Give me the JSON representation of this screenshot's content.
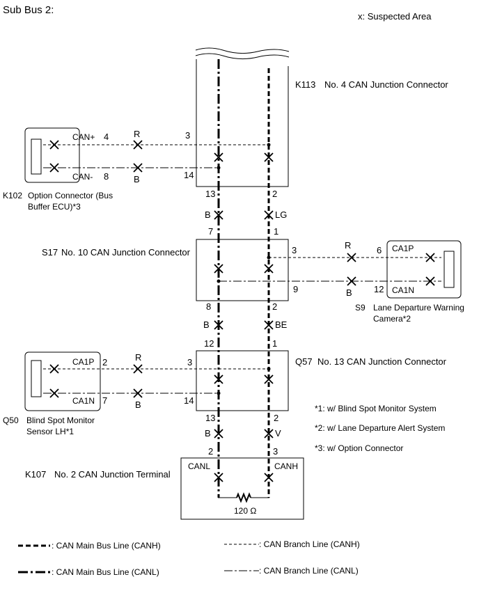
{
  "title": "Sub Bus 2:",
  "suspected_area": "x: Suspected Area",
  "k113": {
    "id": "K113",
    "name": "No. 4 CAN Junction Connector",
    "pin_left_top": "3",
    "pin_left_bottom": "14",
    "pin_bottom_l": "13",
    "pin_bottom_h": "2"
  },
  "k102": {
    "id": "K102",
    "name_line1": "Option Connector (Bus",
    "name_line2": "Buffer ECU)*3",
    "canh_label": "CAN+",
    "canl_label": "CAN-",
    "pin_h": "4",
    "pin_l": "8",
    "wire_h": "R",
    "wire_l": "B"
  },
  "seg1": {
    "wire_l": "B",
    "wire_h": "LG"
  },
  "s17": {
    "id": "S17",
    "name": "No. 10 CAN Junction Connector",
    "pin_top_l": "7",
    "pin_top_h": "1",
    "pin_right_h": "3",
    "pin_right_l": "9",
    "pin_bottom_l": "8",
    "pin_bottom_h": "2"
  },
  "s9": {
    "id": "S9",
    "name_line1": "Lane Departure Warning",
    "name_line2": "Camera*2",
    "canh_label": "CA1P",
    "canl_label": "CA1N",
    "pin_h": "6",
    "pin_l": "12",
    "wire_h": "R",
    "wire_l": "B"
  },
  "seg2": {
    "wire_l": "B",
    "wire_h": "BE"
  },
  "q57": {
    "id": "Q57",
    "name": "No. 13 CAN Junction Connector",
    "pin_top_l": "12",
    "pin_top_h": "1",
    "pin_left_h": "3",
    "pin_left_l": "14",
    "pin_bottom_l": "13",
    "pin_bottom_h": "2"
  },
  "q50": {
    "id": "Q50",
    "name_line1": "Blind Spot Monitor",
    "name_line2": "Sensor LH*1",
    "canh_label": "CA1P",
    "canl_label": "CA1N",
    "pin_h": "2",
    "pin_l": "7",
    "wire_h": "R",
    "wire_l": "B"
  },
  "seg3": {
    "wire_l": "B",
    "wire_h": "V"
  },
  "k107": {
    "id": "K107",
    "name": "No. 2 CAN Junction Terminal",
    "canl_label": "CANL",
    "canh_label": "CANH",
    "pin_l": "2",
    "pin_h": "3",
    "resistor": "120 Ω"
  },
  "notes": [
    "*1: w/ Blind Spot Monitor System",
    "*2: w/ Lane Departure Alert System",
    "*3: w/ Option Connector"
  ],
  "legend": {
    "main_h": ": CAN Main Bus Line (CANH)",
    "main_l": ": CAN Main Bus Line (CANL)",
    "branch_h": ": CAN Branch Line (CANH)",
    "branch_l": ": CAN Branch Line (CANL)"
  }
}
